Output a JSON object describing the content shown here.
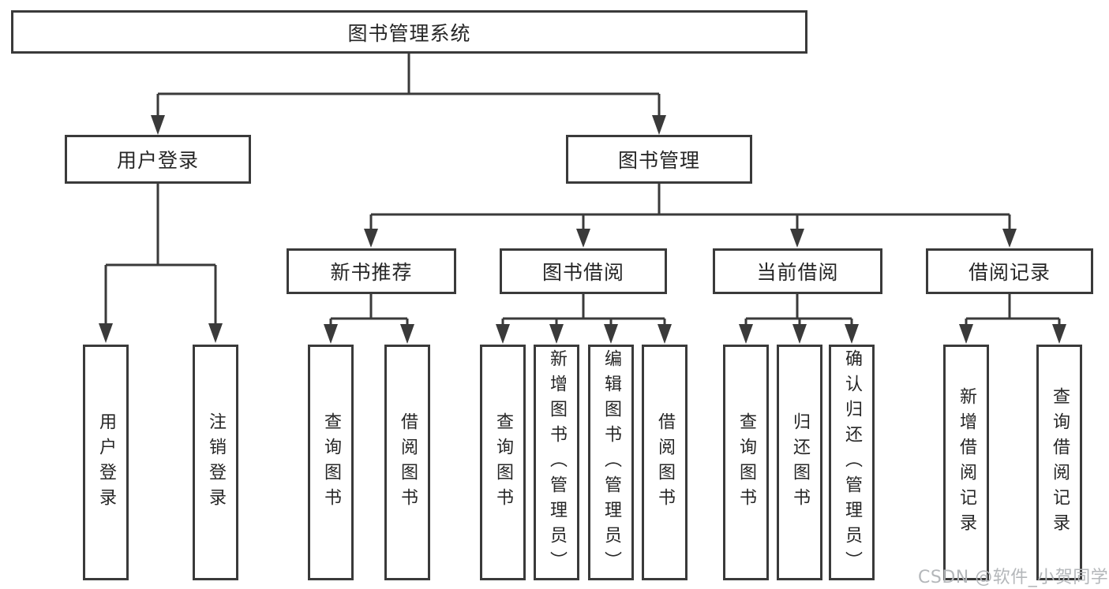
{
  "diagram": {
    "root": {
      "label": "图书管理系统"
    },
    "children": [
      {
        "label": "用户登录",
        "children": [
          {
            "label": "用户登录"
          },
          {
            "label": "注销登录"
          }
        ]
      },
      {
        "label": "图书管理",
        "children": [
          {
            "label": "新书推荐",
            "children": [
              {
                "label": "查询图书"
              },
              {
                "label": "借阅图书"
              }
            ]
          },
          {
            "label": "图书借阅",
            "children": [
              {
                "label": "查询图书"
              },
              {
                "label": "新增图书（管理员）"
              },
              {
                "label": "编辑图书（管理员）"
              },
              {
                "label": "借阅图书"
              }
            ]
          },
          {
            "label": "当前借阅",
            "children": [
              {
                "label": "查询图书"
              },
              {
                "label": "归还图书"
              },
              {
                "label": "确认归还（管理员）"
              }
            ]
          },
          {
            "label": "借阅记录",
            "children": [
              {
                "label": "新增借阅记录"
              },
              {
                "label": "查询借阅记录"
              }
            ]
          }
        ]
      }
    ]
  },
  "watermark": {
    "text": "CSDN @软件_小贺同学"
  },
  "colors": {
    "line": "#3a3a3a",
    "text": "#262626",
    "watermark": "#b4b7ba",
    "background": "#ffffff"
  }
}
